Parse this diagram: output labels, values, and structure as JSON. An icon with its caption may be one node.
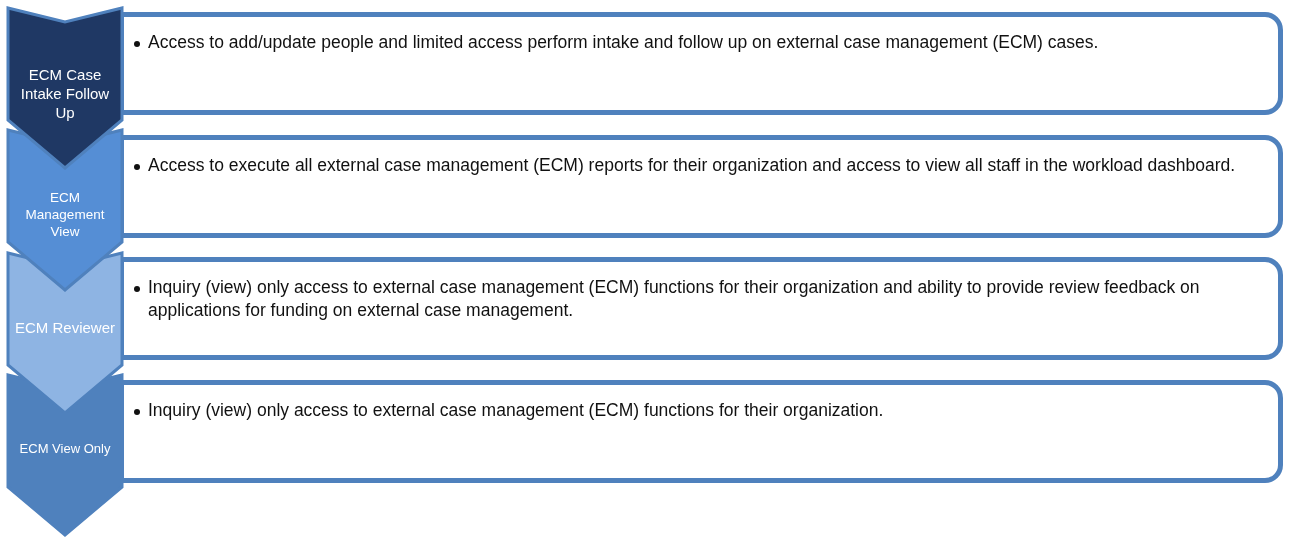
{
  "diagram": {
    "nodes": [
      {
        "text": [
          "ECM Case Intake Follow Up"
        ]
      },
      {
        "text": [
          "Access to add/update people and limited access perform intake and follow up on external case management (ECM) cases."
        ]
      },
      {
        "text": [
          "ECM Management View"
        ]
      },
      {
        "text": [
          "Access to execute all external case management (ECM) reports for their organization and access to view all staff in the workload dashboard."
        ]
      },
      {
        "text": [
          "ECM Reviewer"
        ]
      },
      {
        "text": [
          "Inquiry (view) only access to external case management (ECM) functions for their organization and ability to provide review feedback on applications for funding on external case management."
        ]
      },
      {
        "text": [
          "ECM View Only"
        ]
      },
      {
        "text": [
          "Inquiry (view) only access to external case management (ECM) functions for their organization."
        ]
      }
    ]
  }
}
